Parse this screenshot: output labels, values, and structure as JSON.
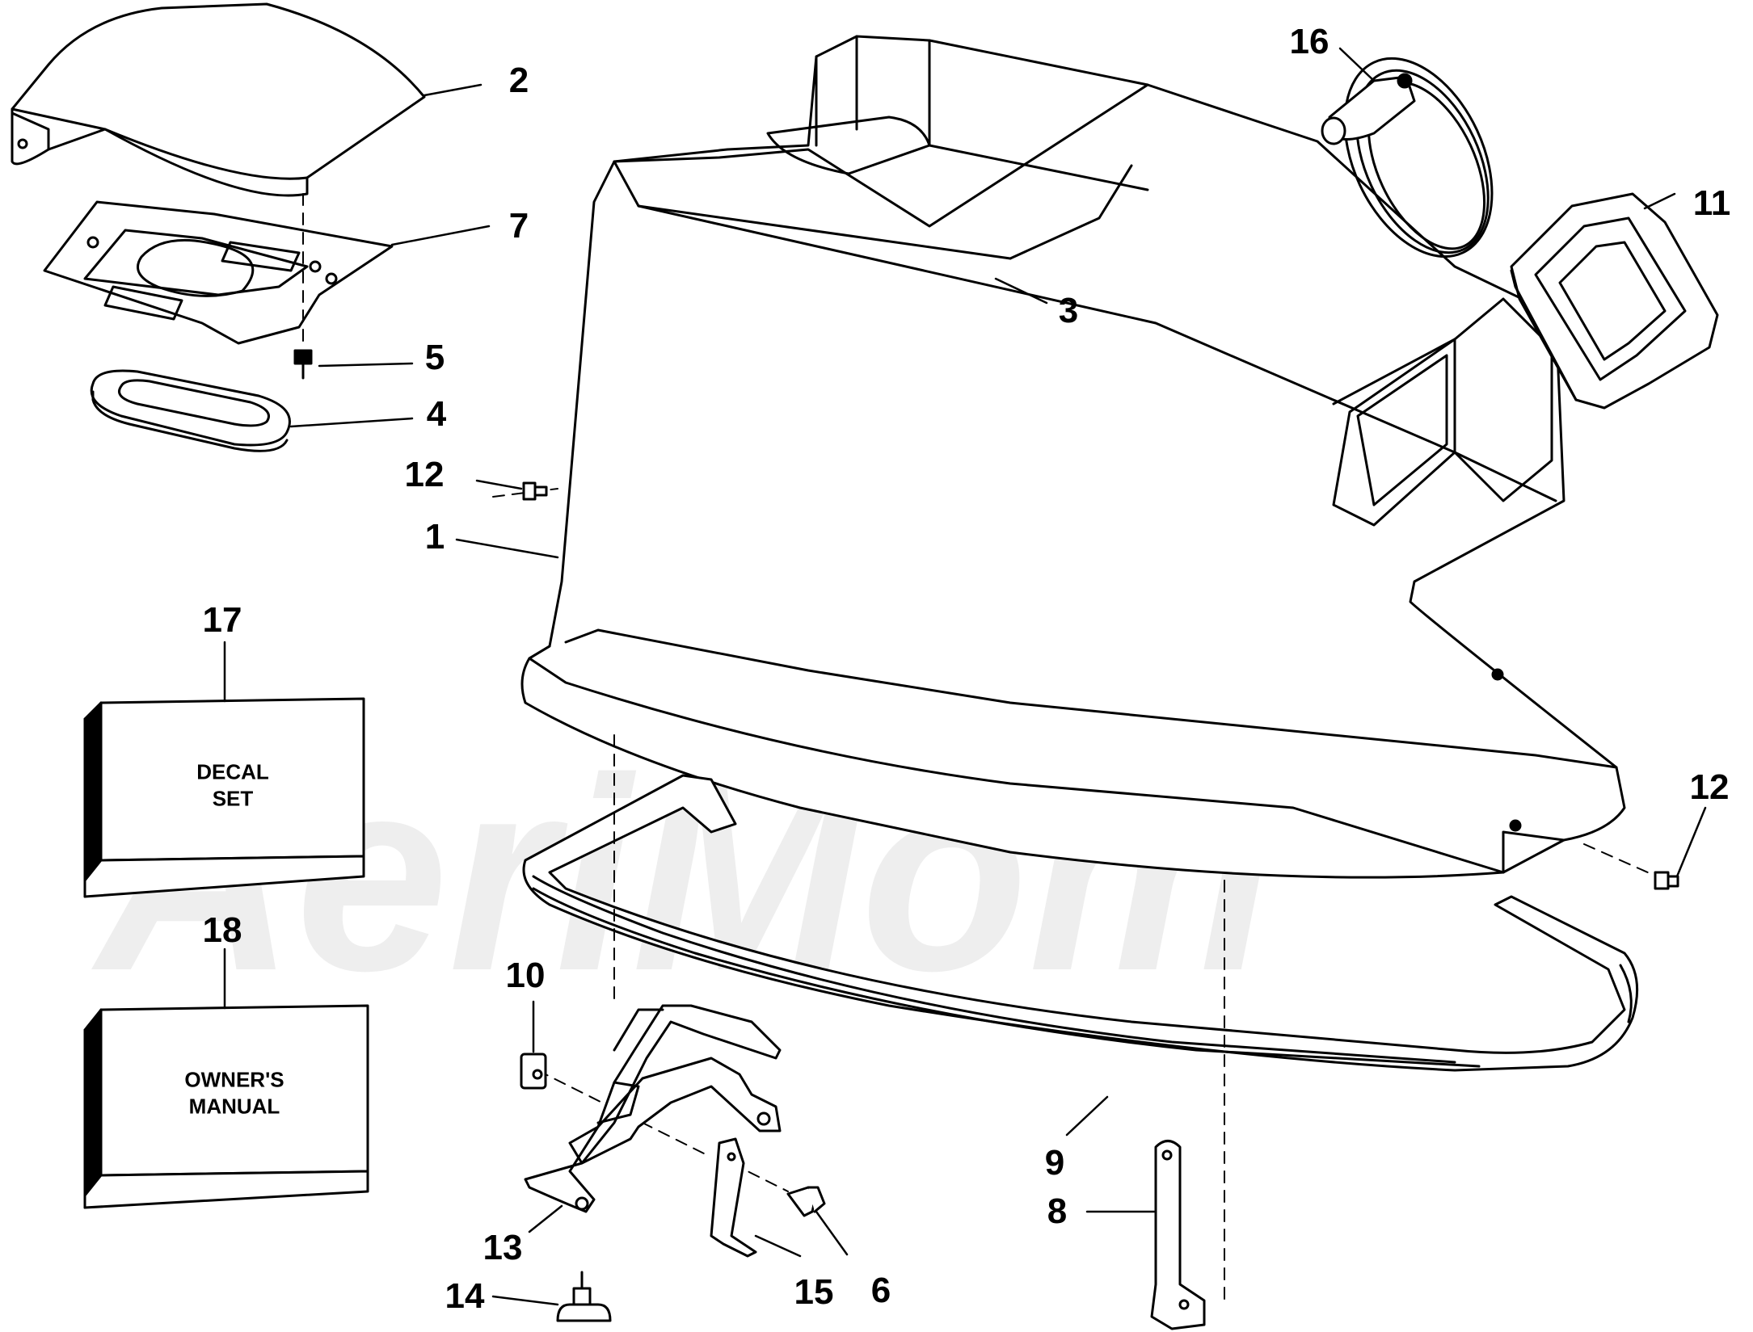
{
  "diagram": {
    "type": "exploded-parts-diagram",
    "callouts": {
      "c1": "1",
      "c2": "2",
      "c3": "3",
      "c4": "4",
      "c5": "5",
      "c6": "6",
      "c7": "7",
      "c8": "8",
      "c9": "9",
      "c10": "10",
      "c11": "11",
      "c12a": "12",
      "c12b": "12",
      "c13": "13",
      "c14": "14",
      "c15": "15",
      "c16": "16",
      "c17": "17",
      "c18": "18"
    },
    "boxes": {
      "decal": "DECAL\nSET",
      "manual": "OWNER'S\nMANUAL"
    },
    "watermark": "AeriMom"
  }
}
